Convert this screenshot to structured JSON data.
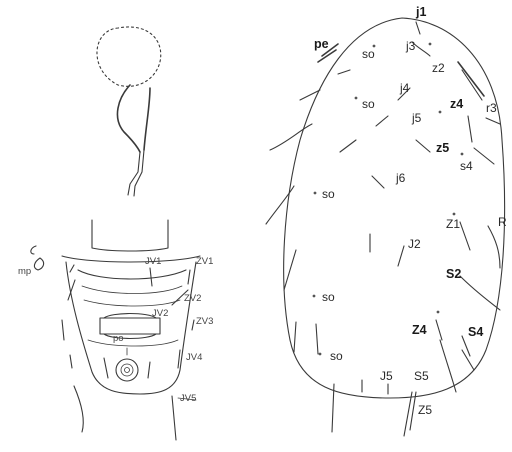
{
  "left_figure": {
    "spermatheca_labels": [],
    "ventral_labels": [
      "mp",
      "JV1",
      "ZV1",
      "ZV2",
      "JV2",
      "ZV3",
      "po",
      "JV4",
      "JV5"
    ]
  },
  "right_figure": {
    "labels": [
      "j1",
      "pe",
      "so",
      "j3",
      "z2",
      "so",
      "j4",
      "z4",
      "r3",
      "j5",
      "z5",
      "s4",
      "j6",
      "so",
      "Z1",
      "R",
      "J2",
      "S2",
      "so",
      "Z4",
      "S4",
      "so",
      "J5",
      "S5",
      "Z5"
    ]
  }
}
